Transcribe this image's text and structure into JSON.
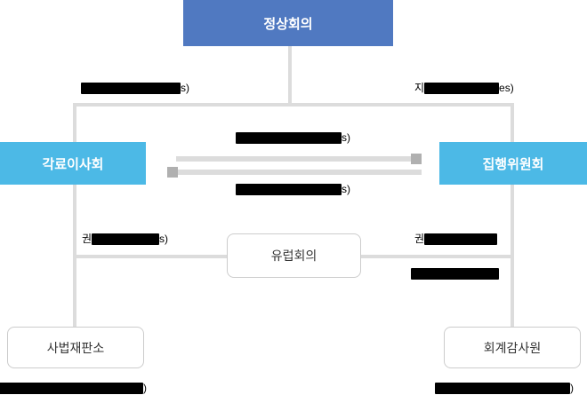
{
  "diagram": {
    "title_box": {
      "label": "정상회의"
    },
    "nodes": [
      {
        "id": "summit",
        "label": "정상회의",
        "style": "primary"
      },
      {
        "id": "council",
        "label": "각료이사회",
        "style": "accent"
      },
      {
        "id": "commission",
        "label": "집행위원회",
        "style": "accent"
      },
      {
        "id": "parliament",
        "label": "유럽회의",
        "style": "plain"
      },
      {
        "id": "court",
        "label": "사법재판소",
        "style": "plain"
      },
      {
        "id": "auditors",
        "label": "회계감사원",
        "style": "plain"
      }
    ],
    "edge_labels": [
      {
        "id": "edge-left-top",
        "prefix": "",
        "redacted": true,
        "suffix": "s)"
      },
      {
        "id": "edge-right-top",
        "prefix": "지",
        "redacted": true,
        "suffix": "es)"
      },
      {
        "id": "edge-center-upper",
        "prefix": "",
        "redacted": true,
        "suffix": "s)"
      },
      {
        "id": "edge-center-lower",
        "prefix": "",
        "redacted": true,
        "suffix": "s)"
      },
      {
        "id": "edge-left-mid",
        "prefix": "권",
        "redacted": true,
        "suffix": "s)"
      },
      {
        "id": "edge-right-mid",
        "prefix": "권",
        "redacted": true,
        "suffix": ""
      },
      {
        "id": "edge-right-mid2",
        "prefix": "",
        "redacted": true,
        "suffix": ""
      },
      {
        "id": "edge-bottom-left",
        "prefix": "",
        "redacted": true,
        "suffix": ")"
      },
      {
        "id": "edge-bottom-right",
        "prefix": "",
        "redacted": true,
        "suffix": ")"
      }
    ],
    "colors": {
      "primary": "#5079c1",
      "accent": "#4cb9e6",
      "line": "#dcdcdc",
      "arrowhead": "#b0b0b0",
      "plain_border": "#cccccc"
    }
  }
}
